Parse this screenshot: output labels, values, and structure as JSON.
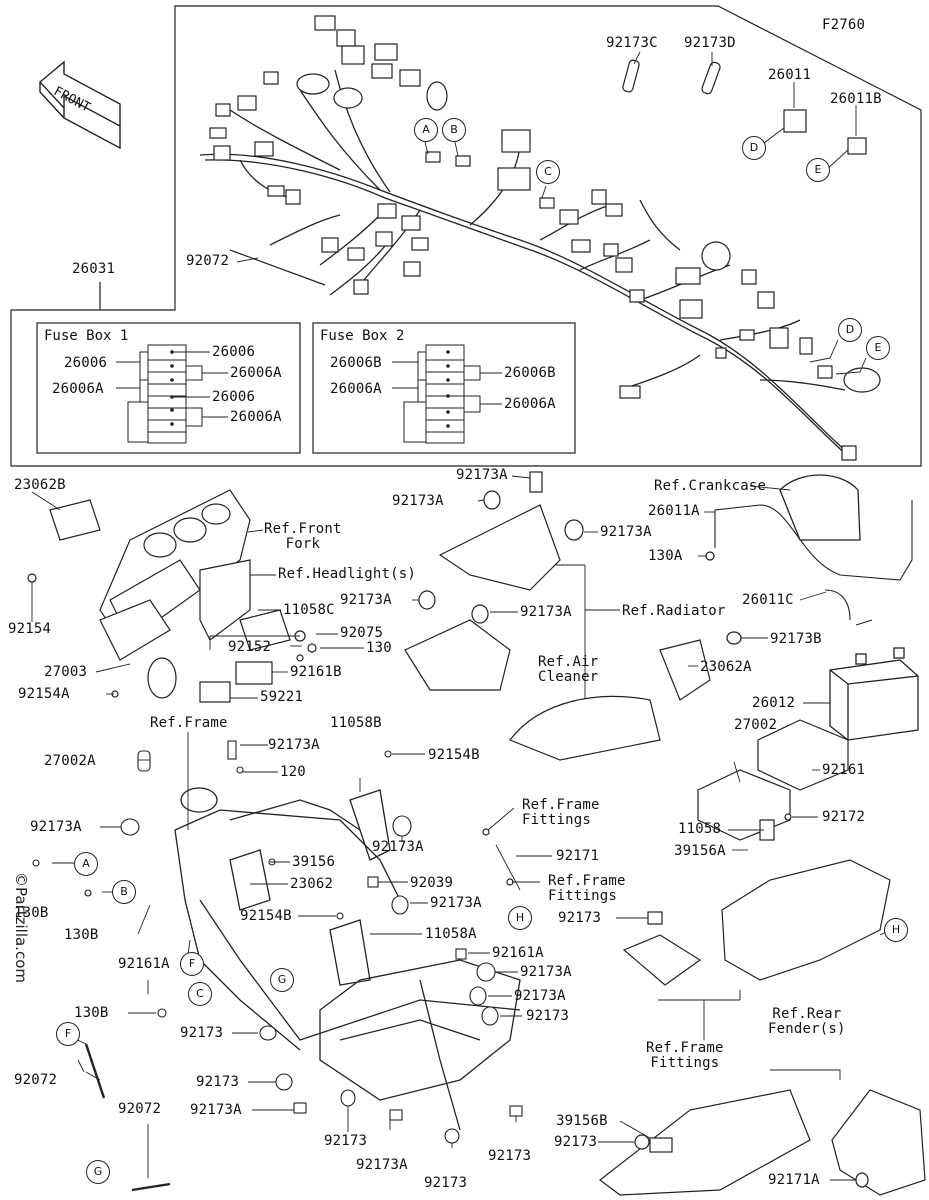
{
  "figure_code": "F2760",
  "front_label": "FRONT",
  "watermark": "©Partzilla.com",
  "fuse_box_1": {
    "title": "Fuse Box 1",
    "left": [
      "26006",
      "26006A"
    ],
    "right": [
      "26006",
      "26006A",
      "26006",
      "26006A"
    ]
  },
  "fuse_box_2": {
    "title": "Fuse Box 2",
    "left": [
      "26006B",
      "26006A"
    ],
    "right": [
      "26006B",
      "26006A"
    ]
  },
  "top_labels": {
    "main_harness": "26031",
    "clamp_left": "92173C",
    "clamp_right": "92173D",
    "relay": "26011",
    "relay_b": "26011B",
    "tie": "92072"
  },
  "callouts": [
    "A",
    "B",
    "C",
    "D",
    "E",
    "F",
    "G",
    "H"
  ],
  "front_section": {
    "label_23062B": "23062B",
    "ref_front_fork": "Ref.Front\nFork",
    "ref_headlights": "Ref.Headlight(s)",
    "label_11058C": "11058C",
    "label_92075": "92075",
    "label_92152": "92152",
    "label_130": "130",
    "label_92154": "92154",
    "label_27003": "27003",
    "label_92161B": "92161B",
    "label_92154A": "92154A",
    "label_59221": "59221"
  },
  "radiator_section": {
    "label_92173A_a": "92173A",
    "label_92173A_b": "92173A",
    "label_92173A_c": "92173A",
    "label_92173A_d": "92173A",
    "label_92173A_e": "92173A",
    "ref_radiator": "Ref.Radiator"
  },
  "battery_section": {
    "ref_crankcase": "Ref.Crankcase",
    "label_26011A": "26011A",
    "label_130A": "130A",
    "label_26011C": "26011C",
    "label_92173B": "92173B",
    "label_23062A": "23062A",
    "ref_air_cleaner": "Ref.Air\nCleaner",
    "label_26012": "26012"
  },
  "frame_section": {
    "ref_frame": "Ref.Frame",
    "label_92173A_top": "92173A",
    "label_27002A": "27002A",
    "label_120": "120",
    "label_11058B": "11058B",
    "label_92154B_a": "92154B",
    "label_92173A_left": "92173A",
    "label_92173A_right": "92173A",
    "label_39156": "39156",
    "label_130B_a": "130B",
    "label_130B_b": "130B",
    "label_23062": "23062",
    "label_92039": "92039",
    "label_92173A_mid": "92173A",
    "label_92154B_b": "92154B",
    "label_11058A": "11058A",
    "label_92161A_a": "92161A",
    "label_92161A_b": "92161A",
    "label_92173A_r1": "92173A",
    "label_92173A_r2": "92173A",
    "label_92173_r3": "92173",
    "label_130B_c": "130B",
    "label_92173_l": "92173",
    "label_92072_f": "92072",
    "label_92173_b1": "92173",
    "label_92173A_b2": "92173A",
    "label_92072_g": "92072",
    "label_92173_b3": "92173",
    "label_92173A_b4": "92173A",
    "label_92173_b5": "92173",
    "label_92173_b6": "92173"
  },
  "ecu_section": {
    "label_27002": "27002",
    "label_92161": "92161",
    "ref_frame_fittings_a": "Ref.Frame\nFittings",
    "label_92171": "92171",
    "ref_frame_fittings_b": "Ref.Frame\nFittings",
    "label_11058": "11058",
    "label_92172": "92172",
    "label_39156A": "39156A",
    "label_92173": "92173",
    "ref_frame_fittings_c": "Ref.Frame\nFittings",
    "ref_rear_fender": "Ref.Rear\nFender(s)",
    "label_39156B": "39156B",
    "label_92173_c": "92173",
    "label_92171A": "92171A"
  }
}
